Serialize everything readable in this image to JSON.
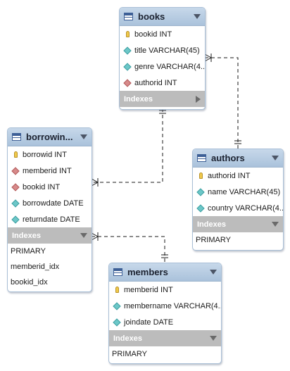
{
  "tables": {
    "books": {
      "name": "books",
      "columns": [
        {
          "text": "bookid INT",
          "icon": "primary-key-icon"
        },
        {
          "text": "title VARCHAR(45)",
          "icon": "teal-diamond-icon"
        },
        {
          "text": "genre VARCHAR(4...",
          "icon": "teal-diamond-icon"
        },
        {
          "text": "authorid INT",
          "icon": "red-diamond-icon"
        }
      ],
      "indexes_label": "Indexes"
    },
    "borrowings": {
      "name": "borrowin...",
      "columns": [
        {
          "text": "borrowid INT",
          "icon": "primary-key-icon"
        },
        {
          "text": "memberid INT",
          "icon": "red-diamond-icon"
        },
        {
          "text": "bookid INT",
          "icon": "red-diamond-icon"
        },
        {
          "text": "borrowdate DATE",
          "icon": "teal-diamond-icon"
        },
        {
          "text": "returndate DATE",
          "icon": "teal-diamond-icon"
        }
      ],
      "indexes_label": "Indexes",
      "indexes": [
        "PRIMARY",
        "memberid_idx",
        "bookid_idx"
      ]
    },
    "authors": {
      "name": "authors",
      "columns": [
        {
          "text": "authorid INT",
          "icon": "primary-key-icon"
        },
        {
          "text": "name VARCHAR(45)",
          "icon": "teal-diamond-icon"
        },
        {
          "text": "country VARCHAR(4...",
          "icon": "teal-diamond-icon"
        }
      ],
      "indexes_label": "Indexes",
      "indexes": [
        "PRIMARY"
      ]
    },
    "members": {
      "name": "members",
      "columns": [
        {
          "text": "memberid INT",
          "icon": "primary-key-icon"
        },
        {
          "text": "membername VARCHAR(4...",
          "icon": "teal-diamond-icon"
        },
        {
          "text": "joindate DATE",
          "icon": "teal-diamond-icon"
        }
      ],
      "indexes_label": "Indexes",
      "indexes": [
        "PRIMARY"
      ]
    }
  },
  "relationships": [
    {
      "from": "books.authorid",
      "to": "authors.authorid"
    },
    {
      "from": "borrowings.bookid",
      "to": "books.bookid"
    },
    {
      "from": "borrowings.memberid",
      "to": "members.memberid"
    }
  ],
  "colors": {
    "header_top": "#c7d8ea",
    "header_bottom": "#aac2db",
    "border": "#a9bfd6",
    "index_bar": "#bcbcbc",
    "key": "#f0c94a",
    "teal": "#6cc7c8",
    "red": "#d78a8a"
  }
}
